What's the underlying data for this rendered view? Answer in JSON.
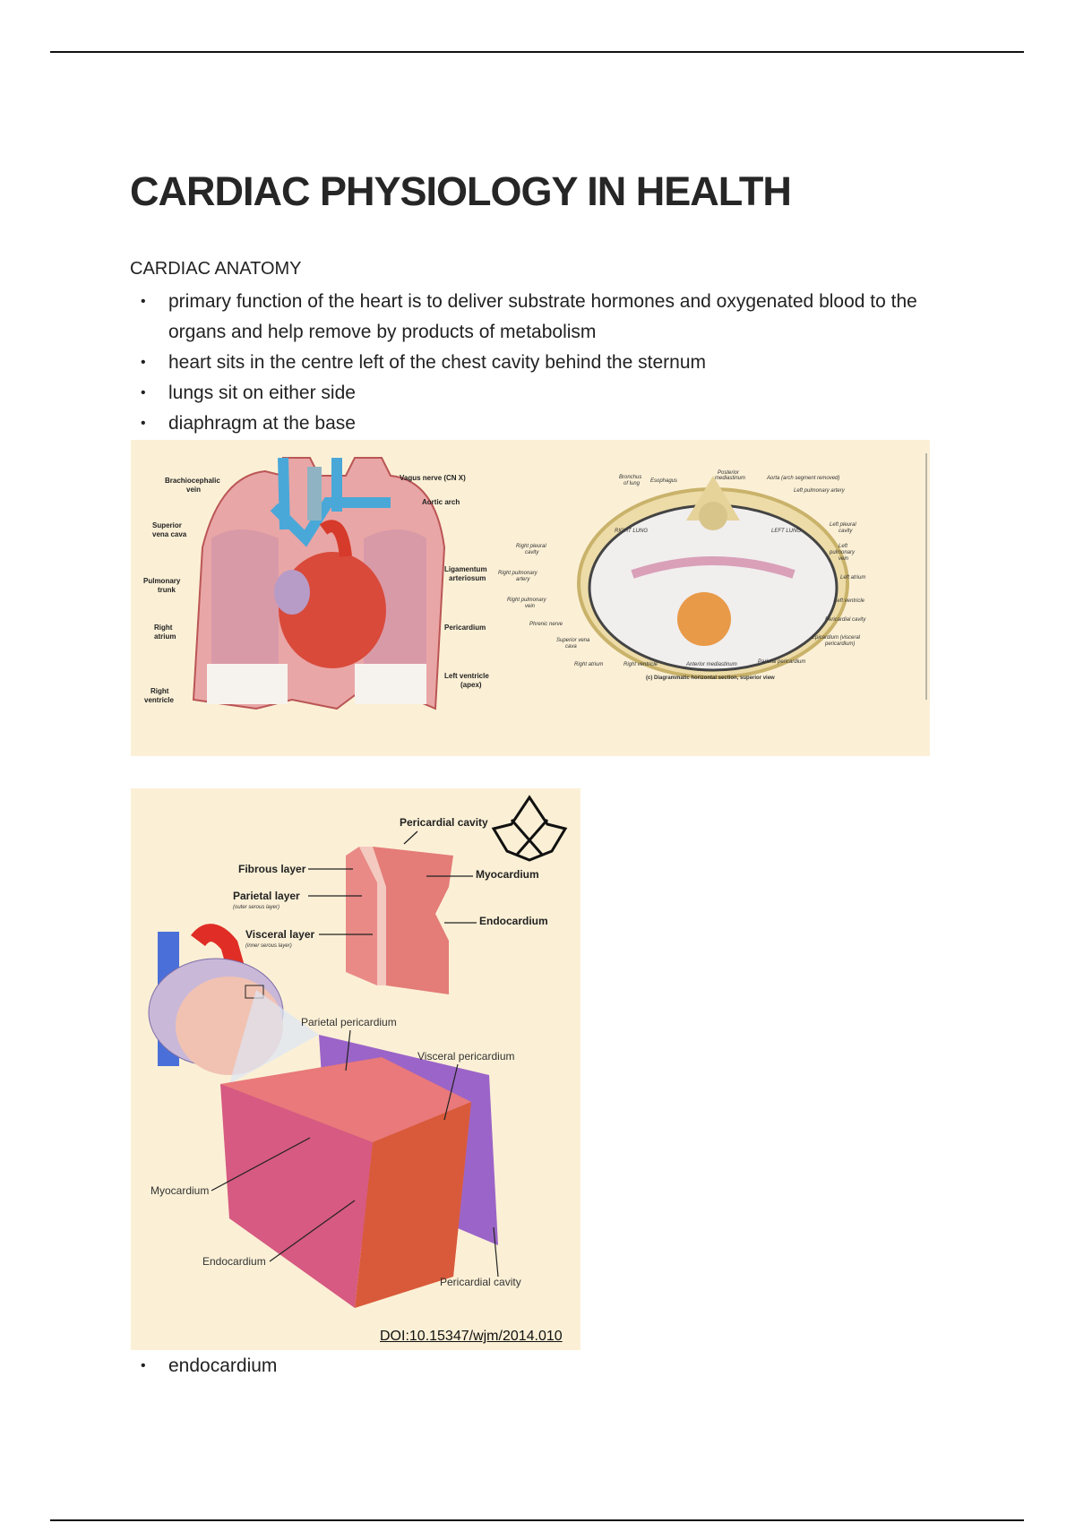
{
  "document": {
    "title": "CARDIAC PHYSIOLOGY IN HEALTH",
    "section_heading": "CARDIAC ANATOMY",
    "bullets": [
      "primary function of the heart is to deliver substrate hormones and oxygenated blood to the organs and help remove by products of metabolism",
      "heart sits in the centre left of the chest cavity behind the sternum",
      "lungs sit on either side",
      "diaphragm at the base"
    ],
    "bullets_after_figures": [
      "endocardium"
    ]
  },
  "figure1": {
    "anterior_labels": [
      "Brachiocephalic vein",
      "Superior vena cava",
      "Pulmonary trunk",
      "Right atrium",
      "Right ventricle",
      "Vagus nerve (CN X)",
      "Aortic arch",
      "Ligamentum arteriosum",
      "Pericardium",
      "Left ventricle (apex)"
    ],
    "section_labels": [
      "Bronchus of lung",
      "Esophagus",
      "Posterior mediastinum",
      "Aorta (arch segment removed)",
      "Left pulmonary artery",
      "Left pleural cavity",
      "Left pulmonary vein",
      "Left atrium",
      "Left ventricle",
      "Pericardial cavity",
      "Epicardium (visceral pericardium)",
      "Parietal pericardium",
      "Anterior mediastinum",
      "Right ventricle",
      "Right atrium",
      "Superior vena cava",
      "Phrenic nerve",
      "Right pulmonary vein",
      "Right pulmonary artery",
      "Right pleural cavity",
      "RIGHT LUNG",
      "LEFT LUNG"
    ],
    "section_caption": "(c) Diagrammatic horizontal section, superior view"
  },
  "figure2": {
    "top_labels": {
      "pericardial_cavity": "Pericardial cavity",
      "fibrous_layer": "Fibrous layer",
      "parietal_layer": "Parietal layer",
      "parietal_sub": "(outer serous layer)",
      "visceral_layer": "Visceral layer",
      "visceral_sub": "(inner serous layer)",
      "myocardium": "Myocardium",
      "endocardium": "Endocardium"
    },
    "bottom_labels": {
      "parietal_pericardium": "Parietal pericardium",
      "visceral_pericardium": "Visceral pericardium",
      "myocardium": "Myocardium",
      "endocardium": "Endocardium",
      "pericardial_cavity": "Pericardial cavity"
    },
    "doi": "DOI:10.15347/wjm/2014.010"
  }
}
